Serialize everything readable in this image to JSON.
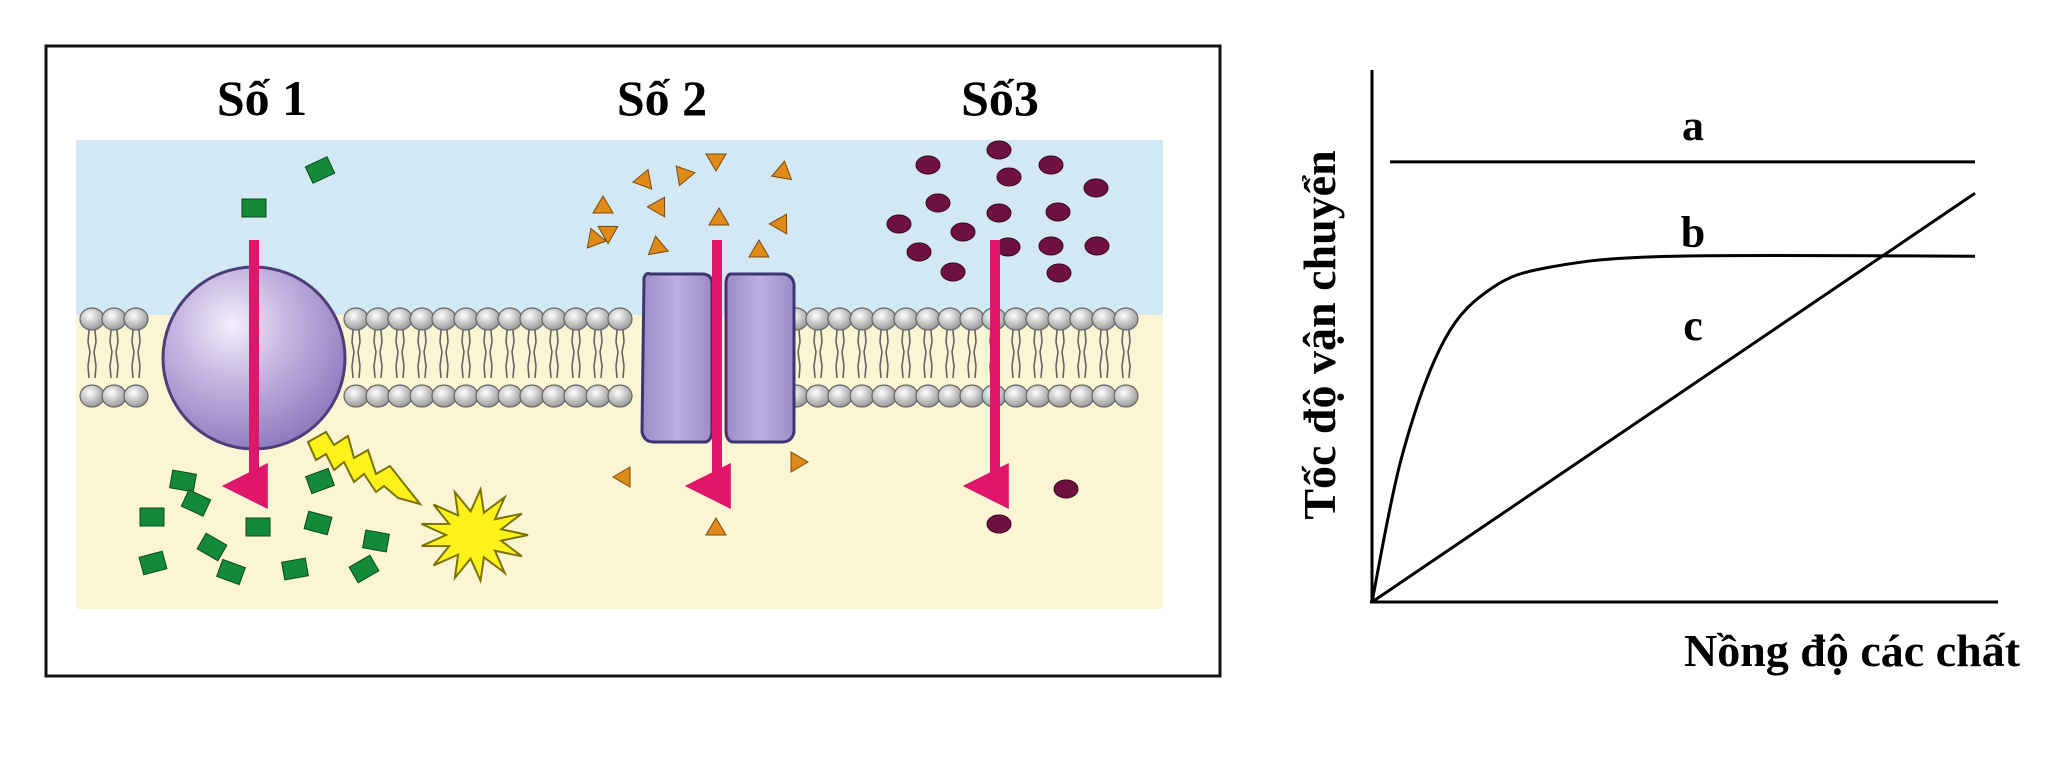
{
  "membrane_panel": {
    "labels": [
      "Số 1",
      "Số 2",
      "Số3"
    ],
    "colors": {
      "extracellular": "#d2e9f5",
      "intracellular": "#fcf5d4",
      "arrow": "#e0166c",
      "carrier_protein": "#b9a6d8",
      "channel_protein": "#a99ad0",
      "square_molecule": "#138a3a",
      "triangle_molecule": "#e08a1a",
      "dot_molecule": "#6e1140",
      "energy_star": "#fff21a",
      "phospholipid_head": "#bdbdbd"
    }
  },
  "chart_data": {
    "type": "line",
    "xlabel": "Nồng độ các chất",
    "ylabel": "Tốc độ vận chuyển",
    "curve_labels": [
      "a",
      "b",
      "c"
    ],
    "series": [
      {
        "name": "a",
        "shape": "constant",
        "points": [
          [
            0.03,
            0.84
          ],
          [
            1.0,
            0.84
          ]
        ]
      },
      {
        "name": "b",
        "shape": "saturating",
        "points": [
          [
            0,
            0
          ],
          [
            0.05,
            0.28
          ],
          [
            0.12,
            0.5
          ],
          [
            0.2,
            0.6
          ],
          [
            0.3,
            0.64
          ],
          [
            0.5,
            0.66
          ],
          [
            1.0,
            0.66
          ]
        ]
      },
      {
        "name": "c",
        "shape": "linear",
        "points": [
          [
            0,
            0
          ],
          [
            1.0,
            0.78
          ]
        ]
      }
    ],
    "grid": false,
    "legend": "labels on curves"
  }
}
